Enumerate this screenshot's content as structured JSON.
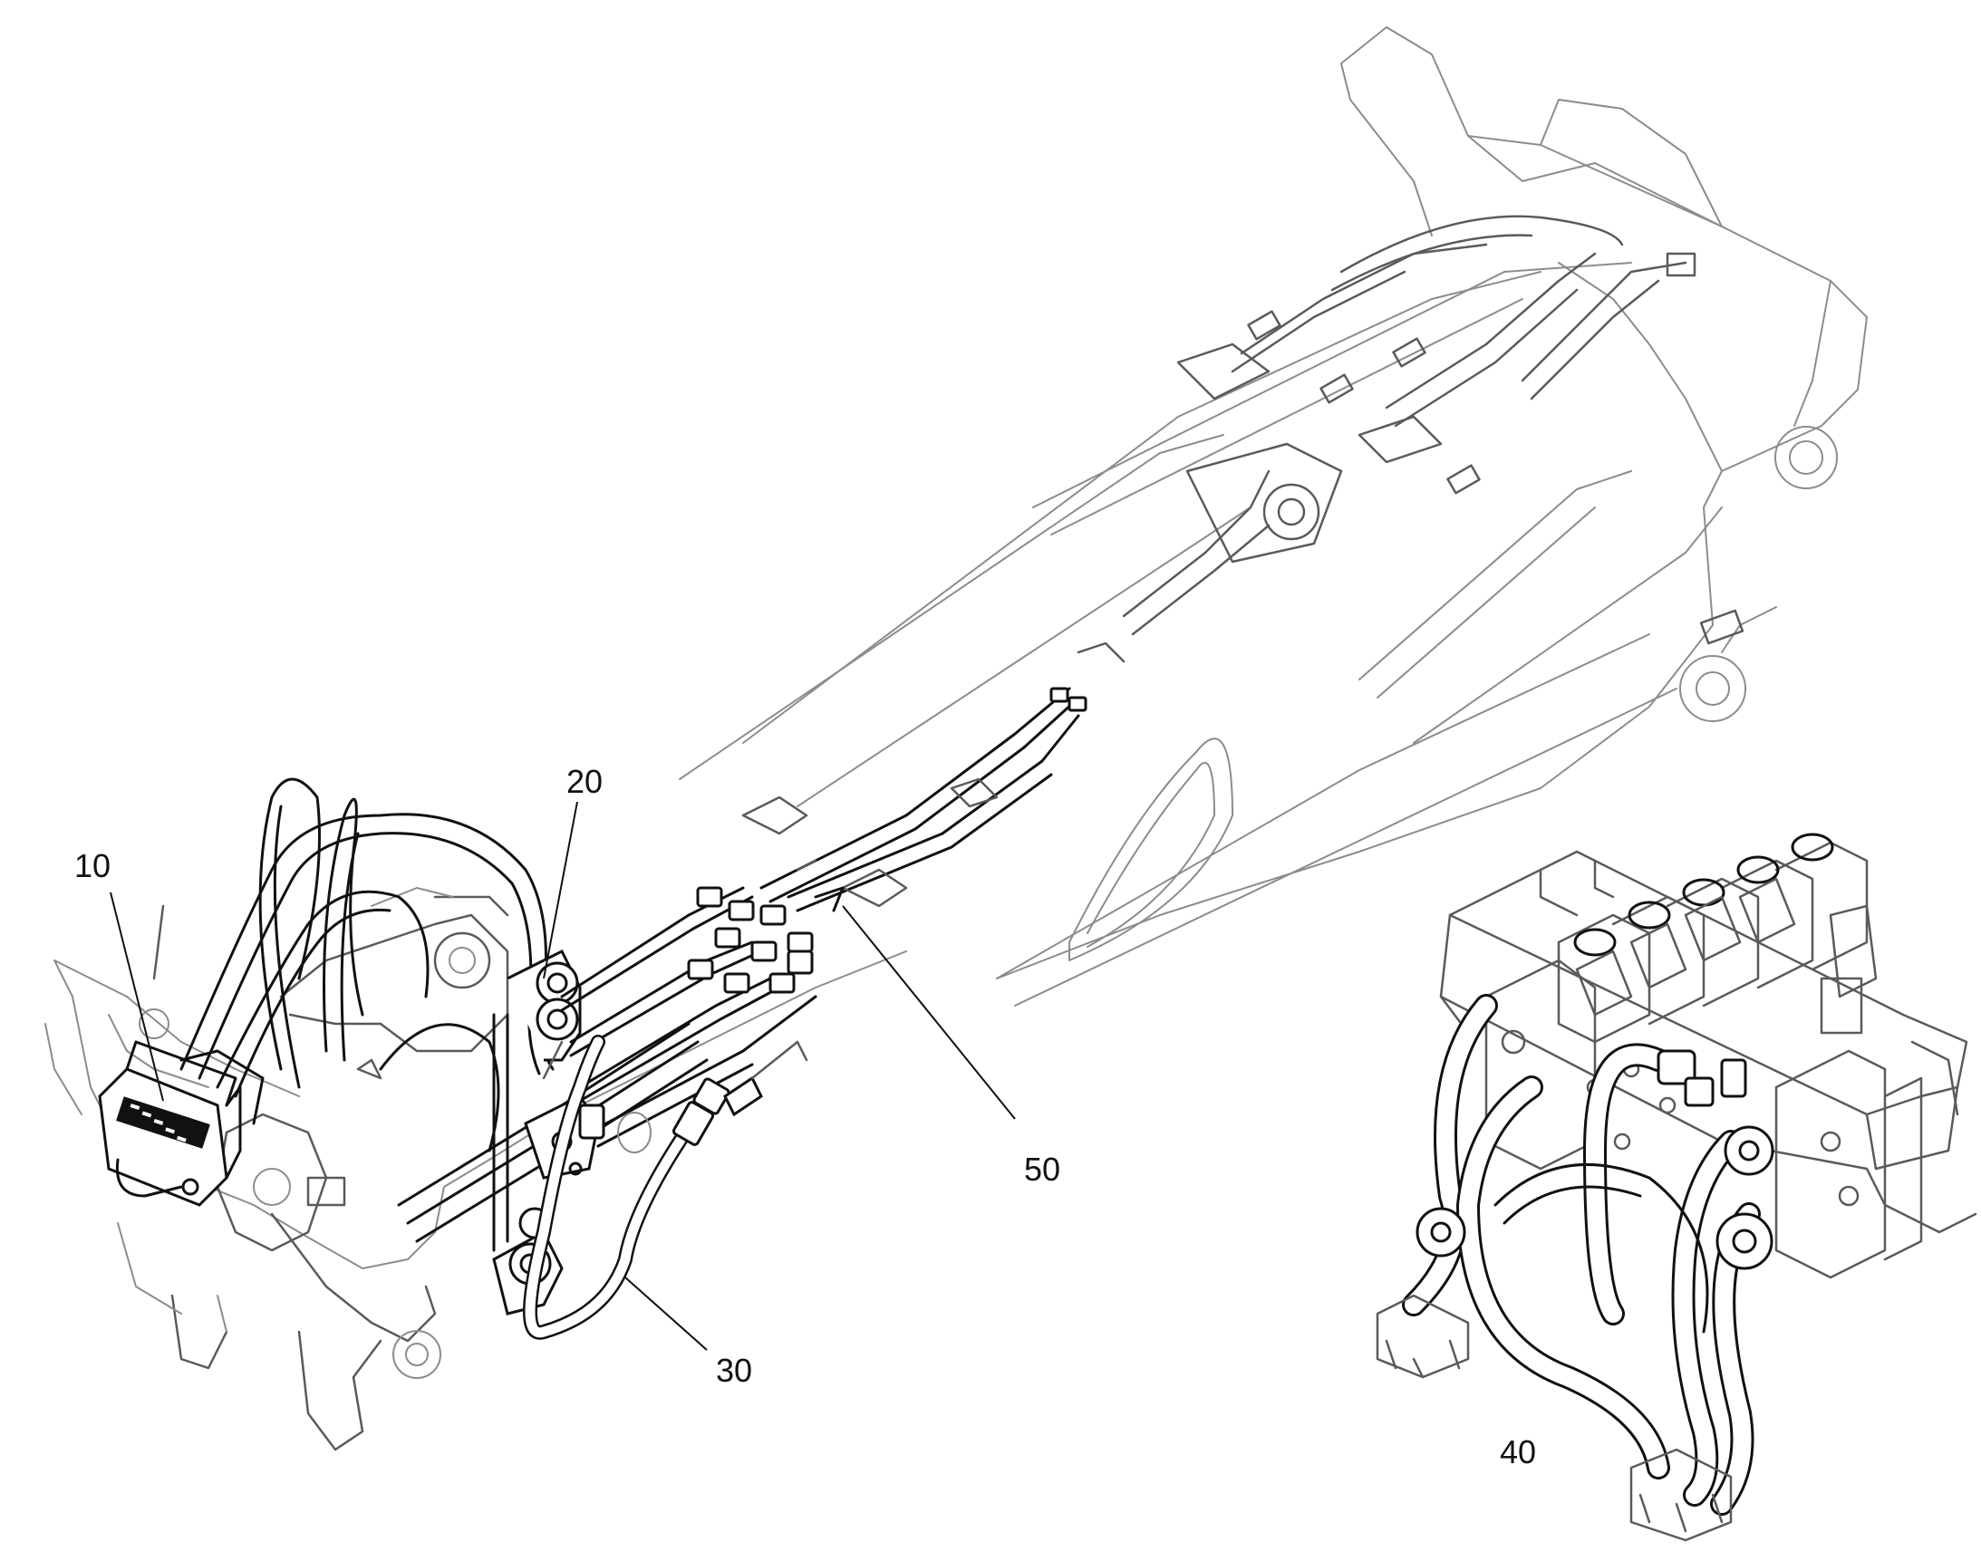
{
  "callouts": [
    {
      "id": "10",
      "label": "10"
    },
    {
      "id": "20",
      "label": "20"
    },
    {
      "id": "30",
      "label": "30"
    },
    {
      "id": "40",
      "label": "40"
    },
    {
      "id": "50",
      "label": "50"
    }
  ]
}
